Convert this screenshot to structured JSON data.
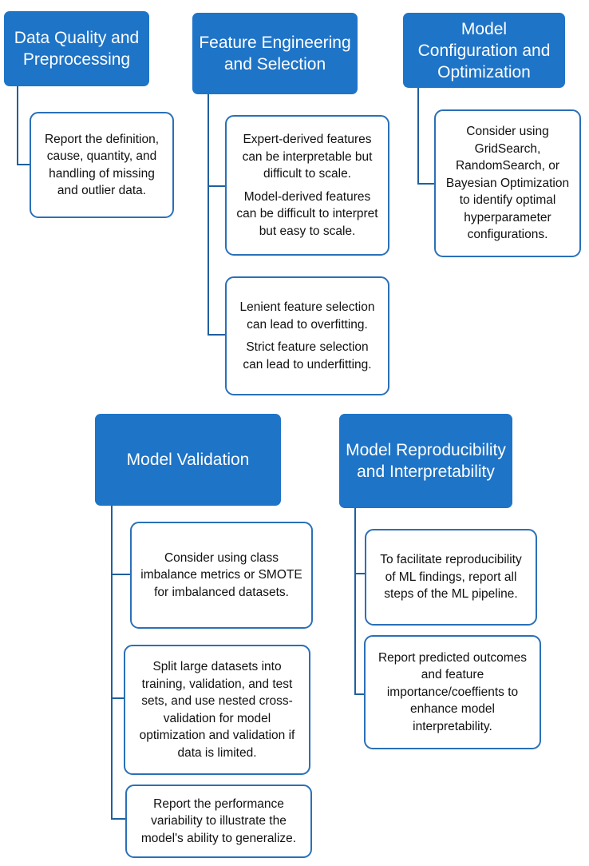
{
  "colors": {
    "header_fill": "#1e74c7",
    "box_border": "#2a70b8",
    "connector": "#1f5f9e"
  },
  "sections": {
    "data_quality": {
      "title": "Data Quality and Preprocessing",
      "notes": [
        [
          "Report the definition, cause, quantity, and handling of missing and outlier data."
        ]
      ]
    },
    "feature_engineering": {
      "title": "Feature Engineering and Selection",
      "notes": [
        [
          "Expert-derived features can be interpretable but difficult to scale.",
          "Model-derived features can be difficult to interpret but easy to scale."
        ],
        [
          "Lenient feature selection can lead to overfitting.",
          "Strict feature selection can lead to underfitting."
        ]
      ]
    },
    "model_configuration": {
      "title": "Model Configuration and Optimization",
      "notes": [
        [
          "Consider using GridSearch, RandomSearch, or Bayesian Optimization to identify optimal hyperparameter configurations."
        ]
      ]
    },
    "model_validation": {
      "title": "Model Validation",
      "notes": [
        [
          "Consider using class imbalance metrics or SMOTE for imbalanced datasets."
        ],
        [
          "Split large datasets into training, validation, and test sets, and use nested cross-validation for model optimization and validation if data is limited."
        ],
        [
          "Report the performance variability to illustrate the model's ability to generalize."
        ]
      ]
    },
    "model_reproducibility": {
      "title": "Model Reproducibility and Interpretability",
      "notes": [
        [
          "To facilitate reproducibility of ML findings, report all steps of the ML pipeline."
        ],
        [
          "Report predicted outcomes and feature importance/coeffients to enhance model interpretability."
        ]
      ]
    }
  }
}
